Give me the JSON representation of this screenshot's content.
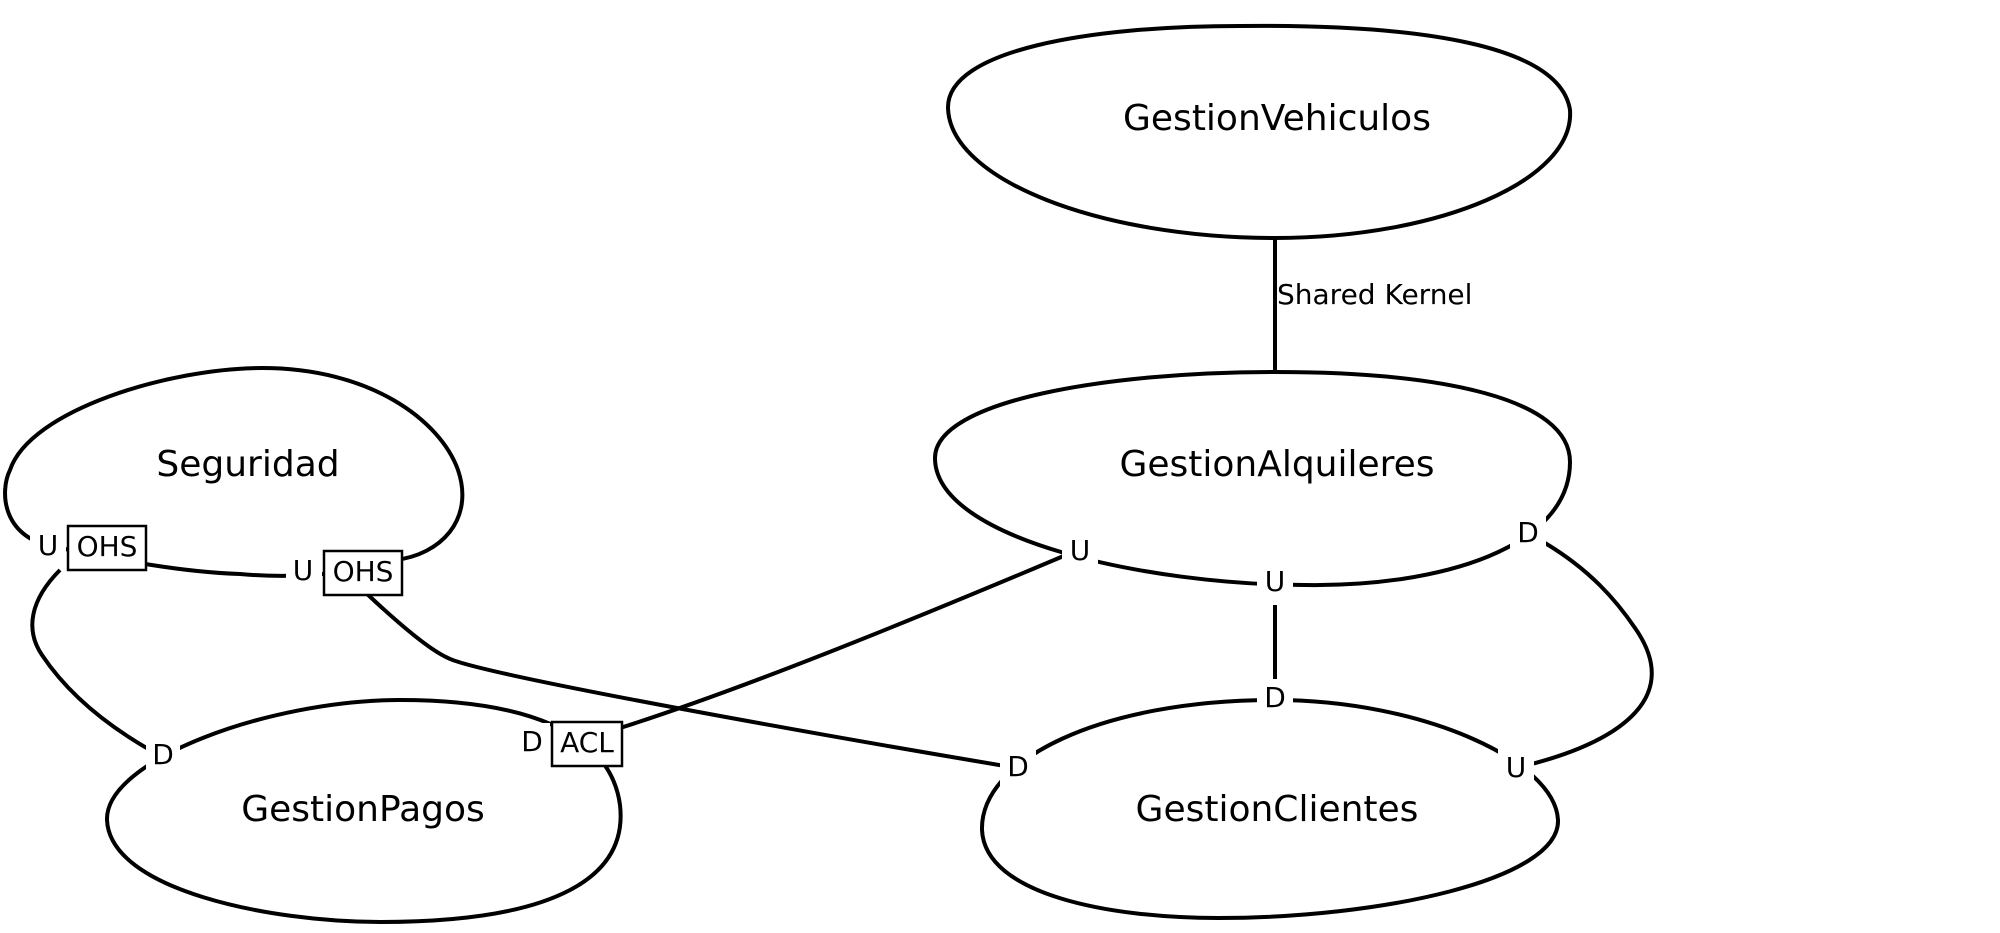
{
  "contexts": {
    "gestion_vehiculos": "GestionVehiculos",
    "gestion_alquileres": "GestionAlquileres",
    "seguridad": "Seguridad",
    "gestion_pagos": "GestionPagos",
    "gestion_clientes": "GestionClientes"
  },
  "relationships": {
    "vehiculos_alquileres": {
      "label": "Shared Kernel"
    },
    "seguridad_pagos": {
      "upstream_role": "U",
      "upstream_pattern": "OHS",
      "downstream_role": "D"
    },
    "seguridad_clientes": {
      "upstream_role": "U",
      "upstream_pattern": "OHS",
      "downstream_role": "D"
    },
    "alquileres_pagos": {
      "upstream_role": "U",
      "downstream_role": "D",
      "downstream_pattern": "ACL"
    },
    "alquileres_clientes": {
      "upstream_role": "U",
      "downstream_role": "D"
    },
    "clientes_alquileres": {
      "upstream_role": "U",
      "downstream_role": "D"
    }
  }
}
